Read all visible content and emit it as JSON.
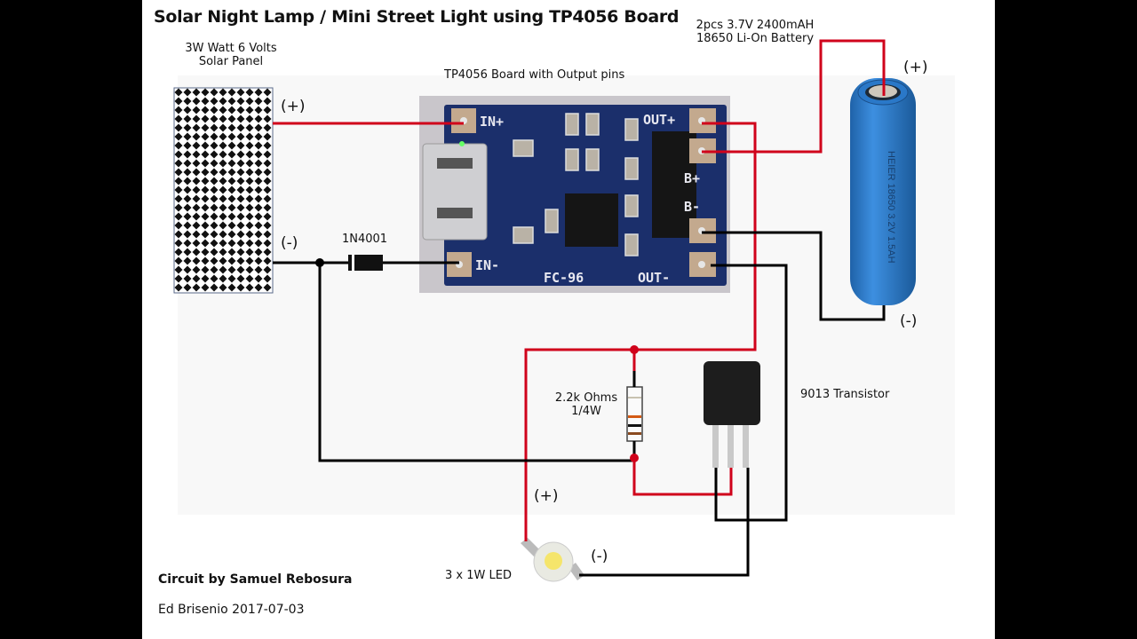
{
  "title": "Solar Night Lamp / Mini Street Light using TP4056 Board",
  "components": {
    "solar_panel": {
      "label_line1": "3W Watt 6 Volts",
      "label_line2": "Solar Panel",
      "plus": "(+)",
      "minus": "(-)"
    },
    "tp4056": {
      "label": "TP4056 Board with Output pins",
      "pins": {
        "in_plus": "IN+",
        "in_minus": "IN-",
        "out_plus": "OUT+",
        "out_minus": "OUT-",
        "b_plus": "B+",
        "b_minus": "B-"
      },
      "silkscreen": "FC-96"
    },
    "battery": {
      "label_line1": "2pcs  3.7V 2400mAH",
      "label_line2": "18650 Li-On Battery",
      "plus": "(+)",
      "minus": "(-)",
      "printed_text": "HEIER 18650 3.2V 1.5AH"
    },
    "diode": {
      "label": "1N4001"
    },
    "resistor": {
      "label_line1": "2.2k Ohms",
      "label_line2": "1/4W"
    },
    "transistor": {
      "label": "9013 Transistor"
    },
    "led": {
      "label": "3 x 1W LED",
      "plus": "(+)",
      "minus": "(-)"
    }
  },
  "credits": {
    "circuit_by": "Circuit by Samuel Rebosura",
    "author_date": "Ed Brisenio 2017-07-03"
  },
  "colors": {
    "wire_positive": "#d0021b",
    "wire_negative": "#000000",
    "pcb": "#1b2f6b",
    "battery": "#2f7fd0"
  }
}
